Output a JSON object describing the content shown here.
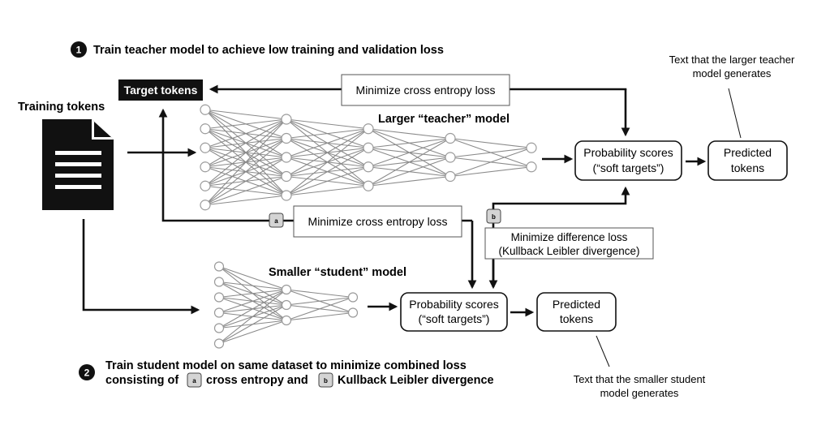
{
  "step1": {
    "number": "1",
    "text": "Train teacher model to achieve low training and validation loss"
  },
  "step2": {
    "number": "2",
    "line1": "Train student model on same dataset to minimize combined loss",
    "line2_prefix": "consisting of",
    "badge_a": "a",
    "line2_mid": "cross entropy and",
    "badge_b": "b",
    "line2_suffix": "Kullback Leibler divergence"
  },
  "training_tokens": {
    "label": "Training tokens",
    "icon": "document-icon"
  },
  "target_tokens": {
    "label": "Target tokens"
  },
  "teacher": {
    "label": "Larger “teacher” model",
    "layers": [
      6,
      5,
      4,
      3,
      2
    ],
    "loss_box": "Minimize cross entropy loss",
    "prob_box": {
      "line1": "Probability scores",
      "line2": "(“soft targets”)"
    },
    "pred_box": {
      "line1": "Predicted",
      "line2": "tokens"
    },
    "annotation": {
      "line1": "Text that the larger teacher",
      "line2": "model generates"
    }
  },
  "student": {
    "label": "Smaller “student” model",
    "layers": [
      6,
      3,
      2
    ],
    "loss_a_badge": "a",
    "loss_a_box": "Minimize cross entropy loss",
    "loss_b_badge": "b",
    "loss_b_box": {
      "line1": "Minimize difference loss",
      "line2": "(Kullback Leibler divergence)"
    },
    "prob_box": {
      "line1": "Probability scores",
      "line2": "(“soft targets”)"
    },
    "pred_box": {
      "line1": "Predicted",
      "line2": "tokens"
    },
    "annotation": {
      "line1": "Text that the smaller student",
      "line2": "model generates"
    }
  },
  "colors": {
    "ink": "#111111",
    "edge": "#8a8a8a",
    "node_stroke": "#9a9a9a",
    "badge_fill": "#d4d4d4"
  }
}
